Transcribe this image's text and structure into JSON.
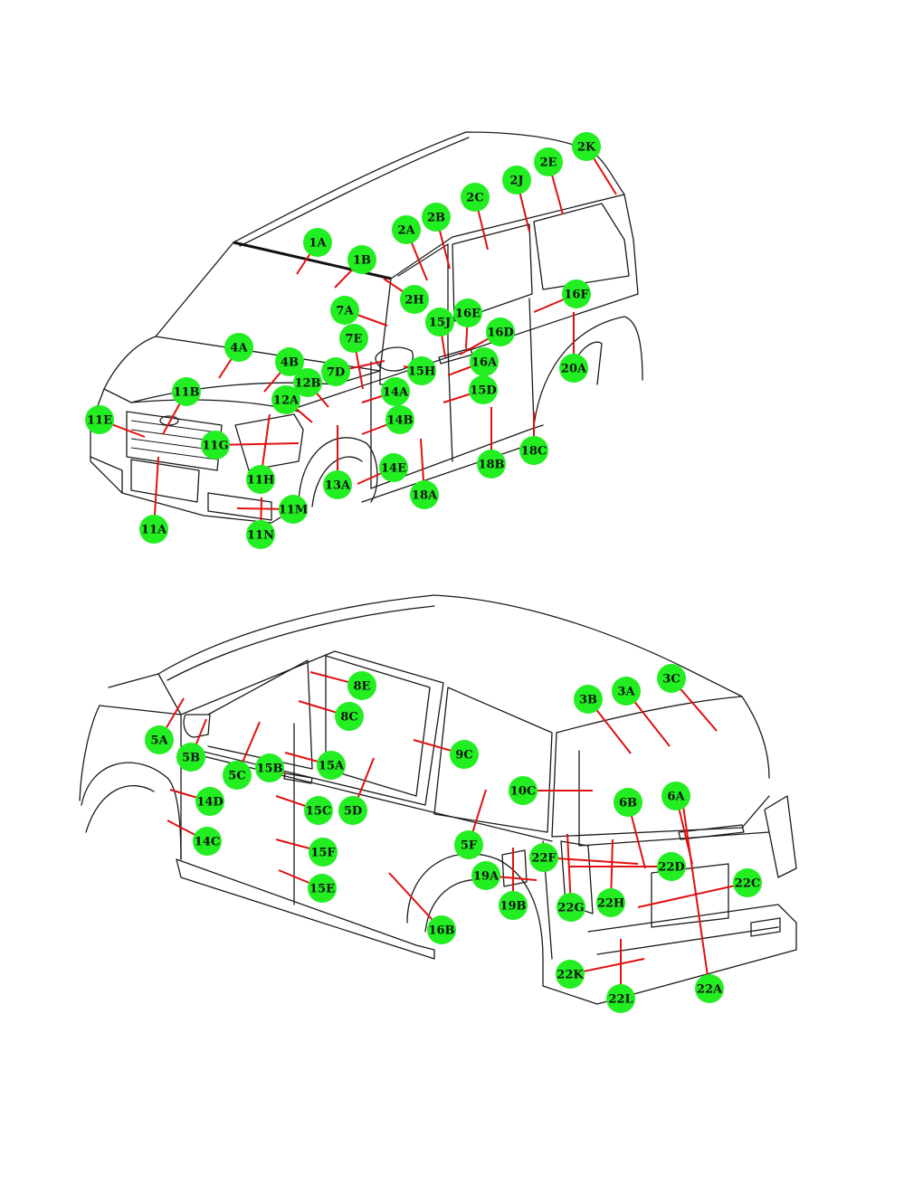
{
  "colors": {
    "callout_fill": "#22ee22",
    "leader": "#e01010",
    "outline": "#1a1a1a"
  },
  "views": [
    {
      "id": "front",
      "callouts": [
        {
          "label": "1A"
        },
        {
          "label": "1B"
        },
        {
          "label": "2A"
        },
        {
          "label": "2B"
        },
        {
          "label": "2C"
        },
        {
          "label": "2J"
        },
        {
          "label": "2E"
        },
        {
          "label": "2K"
        },
        {
          "label": "2H"
        },
        {
          "label": "16F"
        },
        {
          "label": "7A"
        },
        {
          "label": "15J"
        },
        {
          "label": "16E"
        },
        {
          "label": "16D"
        },
        {
          "label": "7E"
        },
        {
          "label": "4A"
        },
        {
          "label": "4B"
        },
        {
          "label": "12B"
        },
        {
          "label": "7D"
        },
        {
          "label": "15H"
        },
        {
          "label": "16A"
        },
        {
          "label": "20A"
        },
        {
          "label": "11B"
        },
        {
          "label": "12A"
        },
        {
          "label": "14A"
        },
        {
          "label": "15D"
        },
        {
          "label": "11E"
        },
        {
          "label": "14B"
        },
        {
          "label": "11G"
        },
        {
          "label": "18C"
        },
        {
          "label": "18B"
        },
        {
          "label": "11H"
        },
        {
          "label": "14E"
        },
        {
          "label": "13A"
        },
        {
          "label": "18A"
        },
        {
          "label": "11M"
        },
        {
          "label": "11A"
        },
        {
          "label": "11N"
        }
      ]
    },
    {
      "id": "rear",
      "callouts": [
        {
          "label": "8E"
        },
        {
          "label": "3C"
        },
        {
          "label": "3B"
        },
        {
          "label": "3A"
        },
        {
          "label": "8C"
        },
        {
          "label": "5A"
        },
        {
          "label": "9C"
        },
        {
          "label": "5B"
        },
        {
          "label": "15B"
        },
        {
          "label": "15A"
        },
        {
          "label": "5C"
        },
        {
          "label": "10C"
        },
        {
          "label": "14D"
        },
        {
          "label": "15C"
        },
        {
          "label": "5D"
        },
        {
          "label": "6B"
        },
        {
          "label": "6A"
        },
        {
          "label": "14C"
        },
        {
          "label": "15F"
        },
        {
          "label": "5F"
        },
        {
          "label": "22F"
        },
        {
          "label": "22D"
        },
        {
          "label": "19A"
        },
        {
          "label": "15E"
        },
        {
          "label": "22C"
        },
        {
          "label": "22G"
        },
        {
          "label": "22H"
        },
        {
          "label": "19B"
        },
        {
          "label": "16B"
        },
        {
          "label": "22K"
        },
        {
          "label": "22L"
        },
        {
          "label": "22A"
        }
      ]
    }
  ]
}
